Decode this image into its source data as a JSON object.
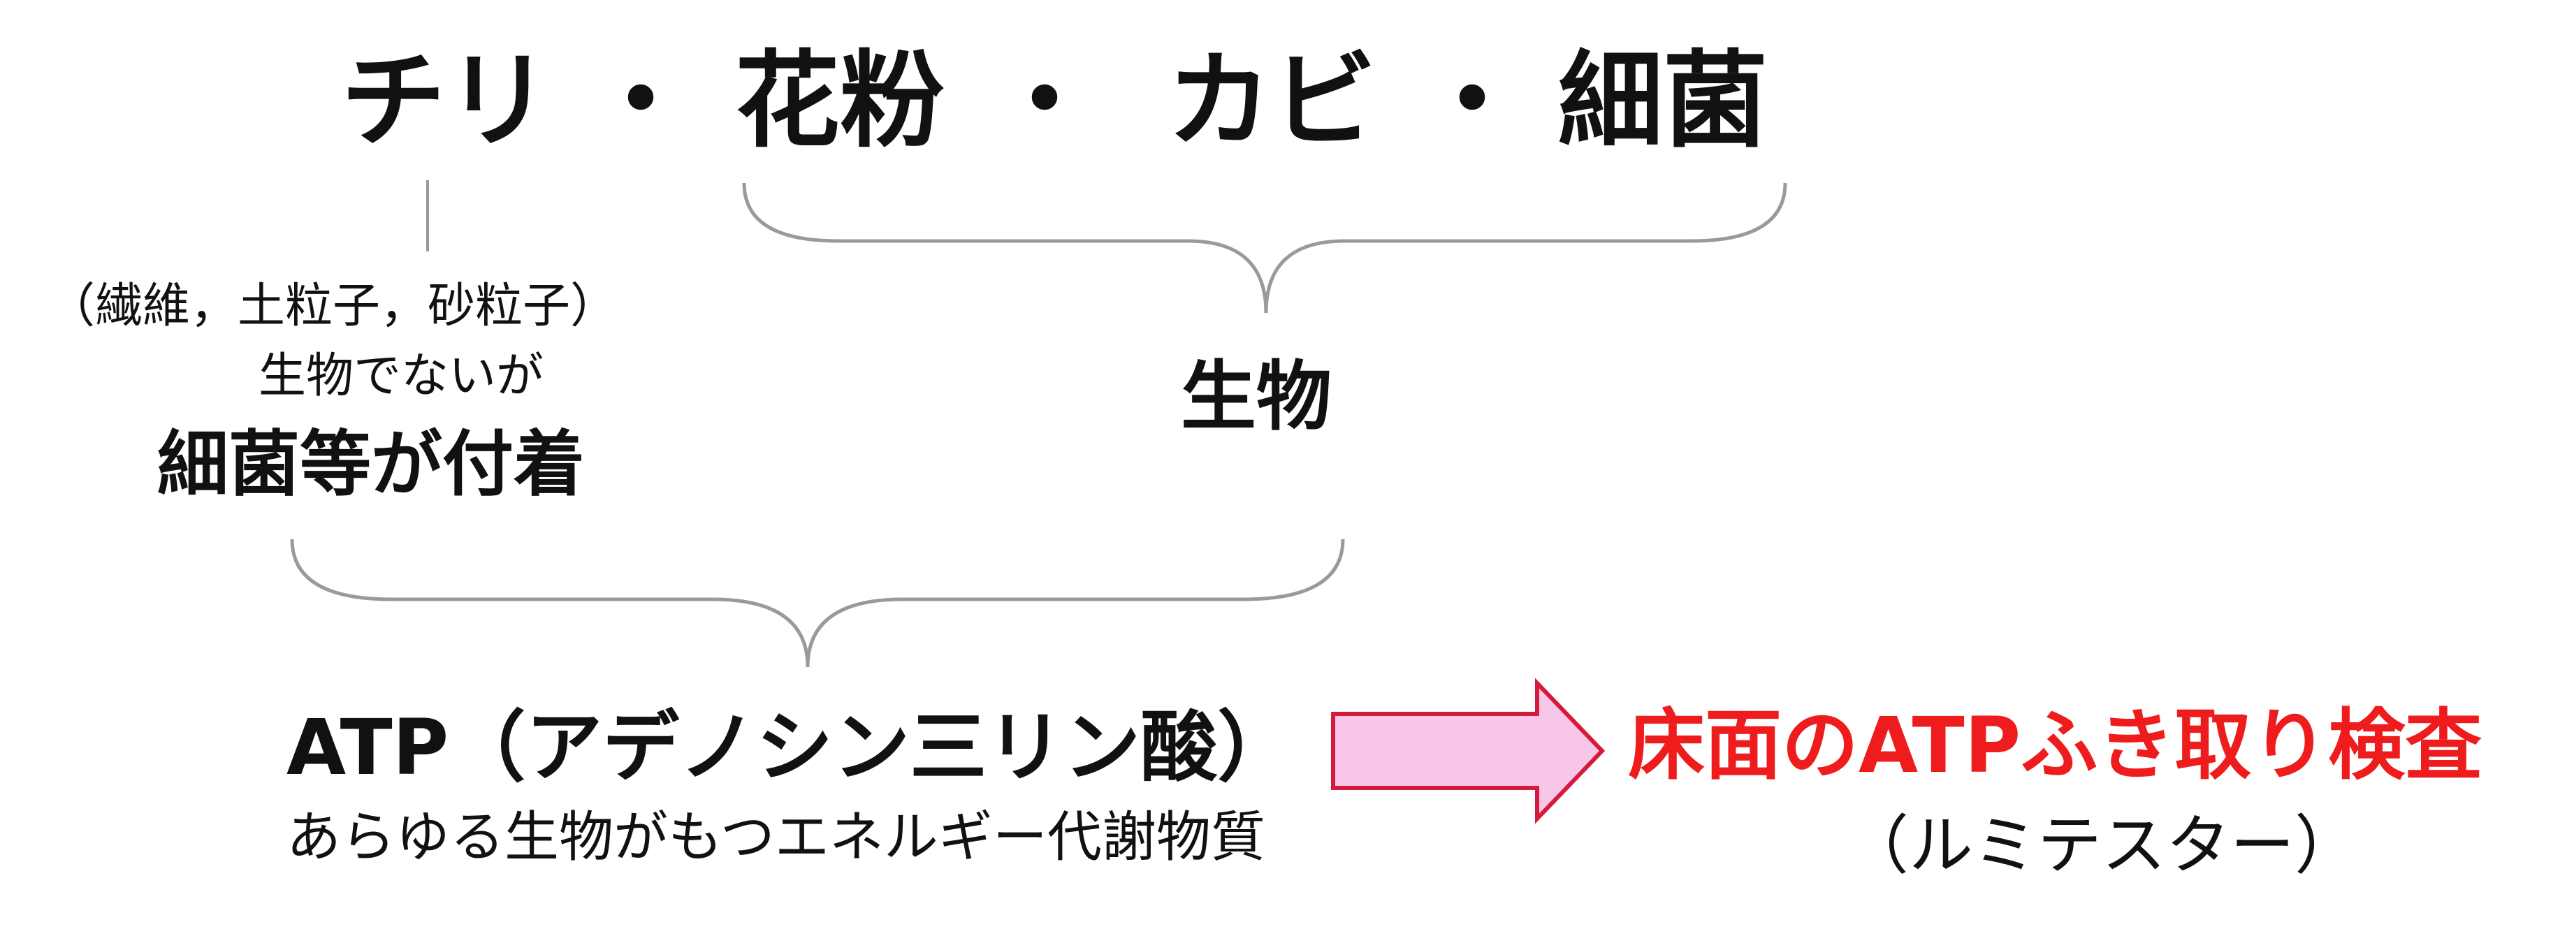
{
  "title_row": {
    "dust": "チリ",
    "pollen": "花粉",
    "mold": "カビ",
    "bacteria": "細菌",
    "separator": "・"
  },
  "left_note": {
    "paren_line": "（繊維，土粒子，砂粒子）",
    "line2": "生物でないが",
    "line3": "細菌等が付着"
  },
  "organism_label": "生物",
  "atp": {
    "title": "ATP（アデノシン三リン酸）",
    "description": "あらゆる生物がもつエネルギー代謝物質"
  },
  "result": {
    "title": "床面のATPふき取り検査",
    "subtitle": "（ルミテスター）"
  },
  "colors": {
    "text": "#111111",
    "accent_red": "#ee1c1c",
    "arrow_fill": "#f7c6e8",
    "arrow_stroke": "#d61a3c",
    "line": "#9a9a9a"
  }
}
